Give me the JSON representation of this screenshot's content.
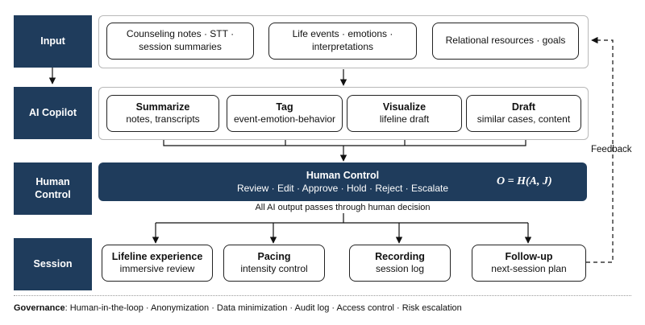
{
  "labels": {
    "input": "Input",
    "copilot": "AI Copilot",
    "human": "Human\nControl",
    "session": "Session"
  },
  "input_boxes": [
    {
      "line1": "Counseling notes · STT ·",
      "line2": "session summaries"
    },
    {
      "line1": "Life events · emotions ·",
      "line2": "interpretations"
    },
    {
      "line1": "Relational resources · goals"
    }
  ],
  "copilot_boxes": [
    {
      "title": "Summarize",
      "sub": "notes, transcripts"
    },
    {
      "title": "Tag",
      "sub": "event-emotion-behavior"
    },
    {
      "title": "Visualize",
      "sub": "lifeline draft"
    },
    {
      "title": "Draft",
      "sub": "similar cases, content"
    }
  ],
  "human_control": {
    "title": "Human Control",
    "actions": "Review · Edit · Approve · Hold · Reject · Escalate",
    "formula": "O = H(A, J)",
    "note": "All AI output passes through human decision"
  },
  "session_boxes": [
    {
      "title": "Lifeline experience",
      "sub": "immersive review"
    },
    {
      "title": "Pacing",
      "sub": "intensity control"
    },
    {
      "title": "Recording",
      "sub": "session log"
    },
    {
      "title": "Follow-up",
      "sub": "next-session plan"
    }
  ],
  "feedback_label": "Feedback",
  "governance": {
    "label": "Governance",
    "items": "Human-in-the-loop · Anonymization · Data minimization · Audit log · Access control · Risk escalation"
  },
  "colors": {
    "navy": "#1f3c5c",
    "border": "#222222"
  }
}
